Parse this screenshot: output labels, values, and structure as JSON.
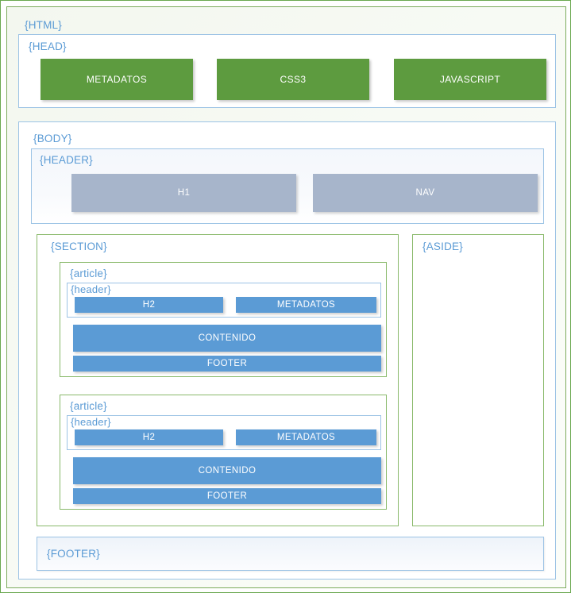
{
  "diagram": {
    "title": "{HTML}",
    "html": {
      "label": "{HTML}",
      "head": {
        "label": "{HEAD}",
        "items": [
          {
            "label": "METADATOS"
          },
          {
            "label": "CSS3"
          },
          {
            "label": "JAVASCRIPT"
          }
        ]
      },
      "body": {
        "label": "{BODY}",
        "header": {
          "label": "{HEADER}",
          "items": [
            {
              "label": "H1"
            },
            {
              "label": "NAV"
            }
          ]
        },
        "section": {
          "label": "{SECTION}",
          "articles": [
            {
              "label": "{article}",
              "header": {
                "label": "{header}",
                "h2": "H2",
                "metadata": "METADATOS"
              },
              "content": "CONTENIDO",
              "footer": "FOOTER"
            },
            {
              "label": "{article}",
              "header": {
                "label": "{header}",
                "h2": "H2",
                "metadata": "METADATOS"
              },
              "content": "CONTENIDO",
              "footer": "FOOTER"
            }
          ]
        },
        "aside": {
          "label": "{ASIDE}"
        },
        "footer": {
          "label": "{FOOTER}"
        }
      }
    },
    "colors": {
      "green_fill": "#5d9b3f",
      "green_border": "#89b96a",
      "blue_fill": "#5b9bd5",
      "blue_border": "#9cc3e5",
      "gray_fill": "#a7b5cb",
      "label_text": "#5b9bd5",
      "box_text": "#ffffff"
    }
  }
}
